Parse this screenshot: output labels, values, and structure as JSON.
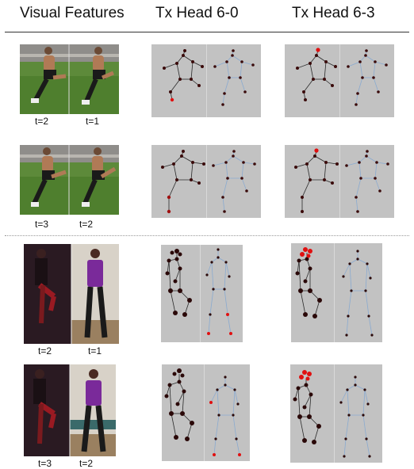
{
  "headers": {
    "col1": "Visual Features",
    "col2": "Tx Head 6-0",
    "col3": "Tx Head 6-3"
  },
  "rows": [
    {
      "time_labels": [
        "t=2",
        "t=1"
      ]
    },
    {
      "time_labels": [
        "t=3",
        "t=2"
      ]
    },
    {
      "time_labels": [
        "t=2",
        "t=1"
      ]
    },
    {
      "time_labels": [
        "t=3",
        "t=2"
      ]
    }
  ],
  "colors": {
    "panel_bg": "#c2c2c2",
    "joint_dark": "#3a0a0a",
    "joint_red": "#e01010",
    "bone_dark": "#2a2a2a",
    "bone_blue": "#8aaad0"
  }
}
